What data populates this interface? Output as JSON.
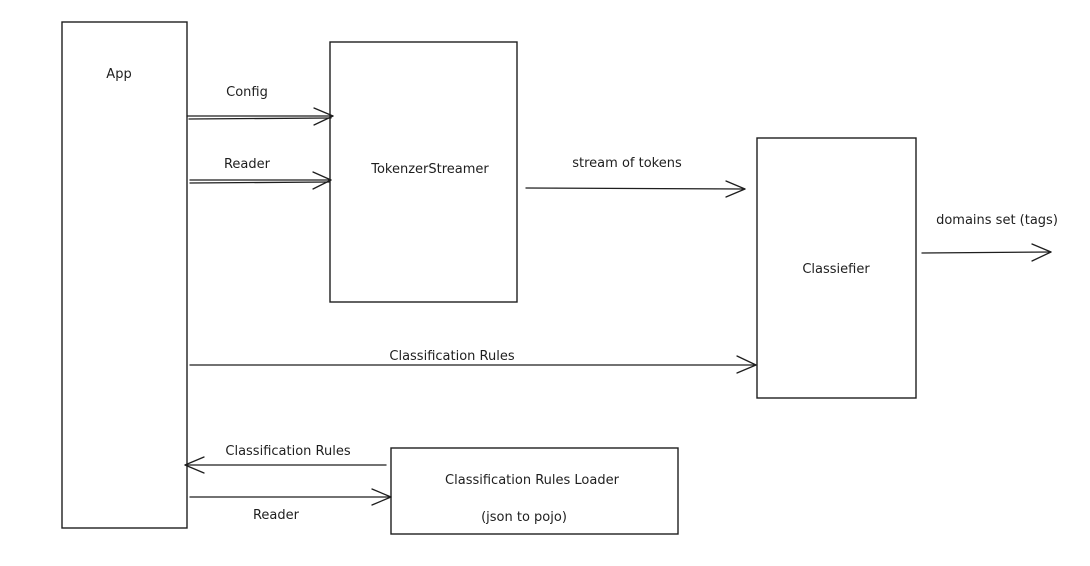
{
  "nodes": {
    "app": {
      "label": "App"
    },
    "tokenizer": {
      "label": "TokenzerStreamer"
    },
    "classifier": {
      "label": "Classiefier"
    },
    "loader": {
      "label": "Classification Rules Loader",
      "sublabel": "(json to pojo)"
    }
  },
  "edges": {
    "config": {
      "label": "Config"
    },
    "reader_top": {
      "label": "Reader"
    },
    "stream": {
      "label": "stream of tokens"
    },
    "output": {
      "label": "domains set (tags)"
    },
    "rules_to_classifier": {
      "label": "Classification Rules"
    },
    "rules_from_loader": {
      "label": "Classification Rules"
    },
    "reader_bottom": {
      "label": "Reader"
    }
  },
  "colors": {
    "stroke": "#1e1e1e",
    "background": "#ffffff"
  }
}
